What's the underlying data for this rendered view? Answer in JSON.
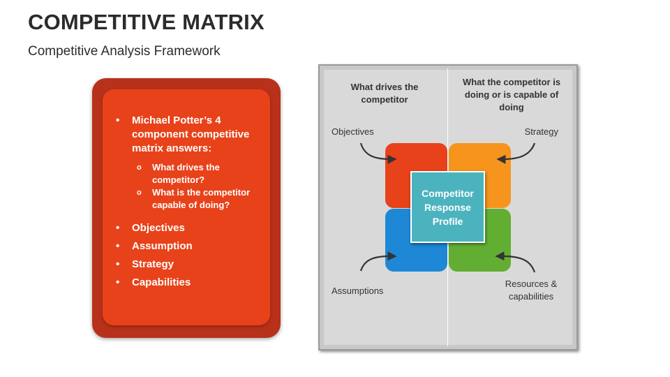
{
  "header": {
    "title": "COMPETITIVE MATRIX",
    "subtitle": "Competitive Analysis Framework"
  },
  "card": {
    "intro": "Michael Potter’s 4 component competitive matrix answers:",
    "questions": [
      "What drives the competitor?",
      "What is the competitor capable of doing?"
    ],
    "items": [
      "Objectives",
      "Assumption",
      "Strategy",
      "Capabilities"
    ],
    "bullet_symbol": "•",
    "sub_bullet_symbol": "o"
  },
  "matrix": {
    "left_heading": "What drives the competitor",
    "right_heading": "What the competitor is doing or is capable of doing",
    "labels": {
      "top_left": "Objectives",
      "top_right": "Strategy",
      "bottom_left": "Assumptions",
      "bottom_right": "Resources & capabilities"
    },
    "center": "Competitor Response Profile",
    "colors": {
      "top_left": "#e8421a",
      "top_right": "#f7941d",
      "bottom_left": "#1e88d6",
      "bottom_right": "#62ae32",
      "center": "#4bb3be"
    }
  }
}
